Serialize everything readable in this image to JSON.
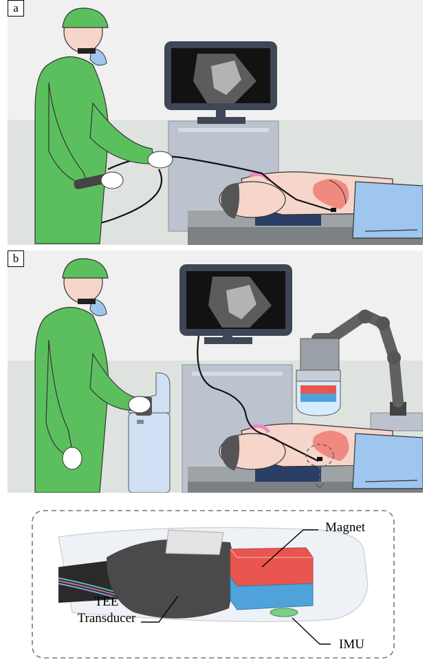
{
  "panels": {
    "a": {
      "tag": "a"
    },
    "b": {
      "tag": "b"
    }
  },
  "detail": {
    "magnet_label": "Magnet",
    "transducer_label_line1": "TEE",
    "transducer_label_line2": "Transducer",
    "imu_label": "IMU"
  },
  "colors": {
    "scrubs": "#5cbf5e",
    "wall_top": "#f0f0f0",
    "wall_bottom": "#dfe3df",
    "monitor_frame": "#3f4656",
    "cart": "#b9c0cb",
    "blanket": "#9ec6ee",
    "magnet_red": "#e8564f",
    "magnet_blue": "#4fa3da",
    "robot_arm": "#616161"
  }
}
